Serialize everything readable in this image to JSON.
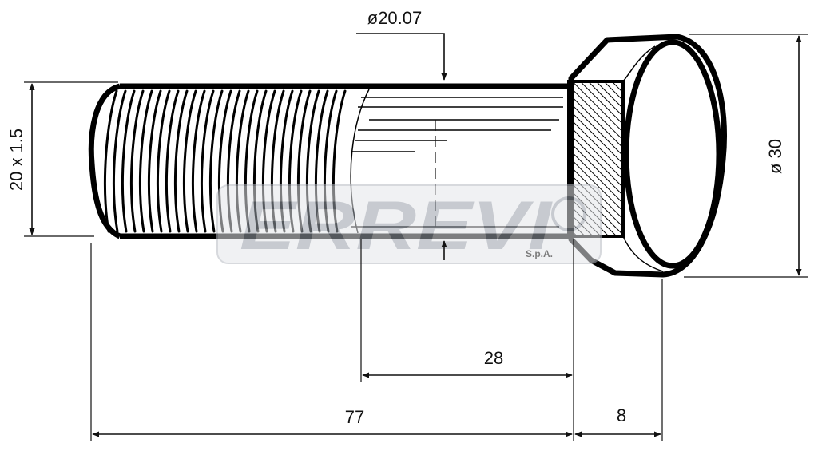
{
  "dimensions": {
    "thread": "20 x 1.5",
    "shank_diameter": "ø20.07",
    "head_diameter": "ø 30",
    "knurl_length": "28",
    "total_length": "77",
    "head_length": "8"
  },
  "watermark": {
    "brand": "ERREVI",
    "suffix": "S.p.A."
  },
  "colors": {
    "ink": "#000000",
    "watermark": "#9aa0aa",
    "background": "#ffffff"
  }
}
